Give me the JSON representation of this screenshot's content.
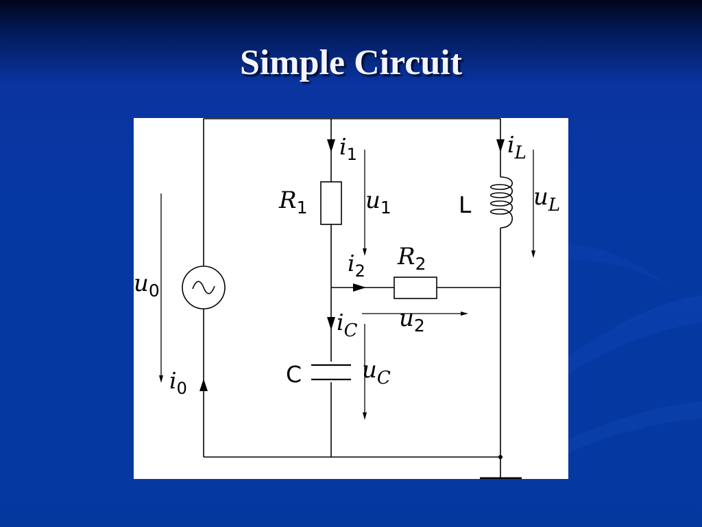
{
  "slide": {
    "title": "Simple Circuit"
  },
  "circuit": {
    "labels": {
      "R1": {
        "main": "R",
        "sub": "1"
      },
      "R2": {
        "main": "R",
        "sub": "2"
      },
      "L": "L",
      "C": "C",
      "i1": {
        "main": "i",
        "sub": "1"
      },
      "iL": {
        "main": "i",
        "sub": "L"
      },
      "i2": {
        "main": "i",
        "sub": "2"
      },
      "iC": {
        "main": "i",
        "sub": "C"
      },
      "i0": {
        "main": "i",
        "sub": "0"
      },
      "u0": {
        "main": "u",
        "sub": "0"
      },
      "u1": {
        "main": "u",
        "sub": "1"
      },
      "uL": {
        "main": "u",
        "sub": "L"
      },
      "u2": {
        "main": "u",
        "sub": "2"
      },
      "uC": {
        "main": "u",
        "sub": "C"
      }
    },
    "source_symbol": "~"
  },
  "colors": {
    "background_top": "#01051a",
    "background": "#0638a3",
    "title": "#f4f4ff",
    "figure_bg": "#ffffff"
  }
}
